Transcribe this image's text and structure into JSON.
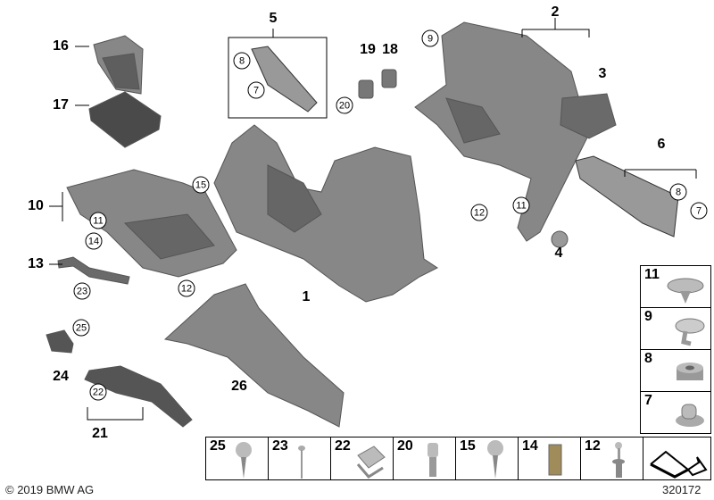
{
  "callouts": [
    "16",
    "17",
    "10",
    "13",
    "24",
    "21",
    "26",
    "1",
    "5",
    "19",
    "18",
    "2",
    "3",
    "6",
    "4"
  ],
  "circled": [
    "8",
    "7",
    "20",
    "9",
    "15",
    "11",
    "14",
    "23",
    "12",
    "25",
    "22",
    "12",
    "11",
    "8",
    "7"
  ],
  "side_panel": [
    "11",
    "9",
    "8",
    "7"
  ],
  "bottom_panel": [
    "25",
    "23",
    "22",
    "20",
    "15",
    "14",
    "12"
  ],
  "copyright": "© 2019 BMW AG",
  "drawing_number": "320172",
  "colors": {
    "part_fill": "#8a8a8a",
    "part_dark": "#5c5c5c",
    "fastener": "#b8b8b8"
  }
}
